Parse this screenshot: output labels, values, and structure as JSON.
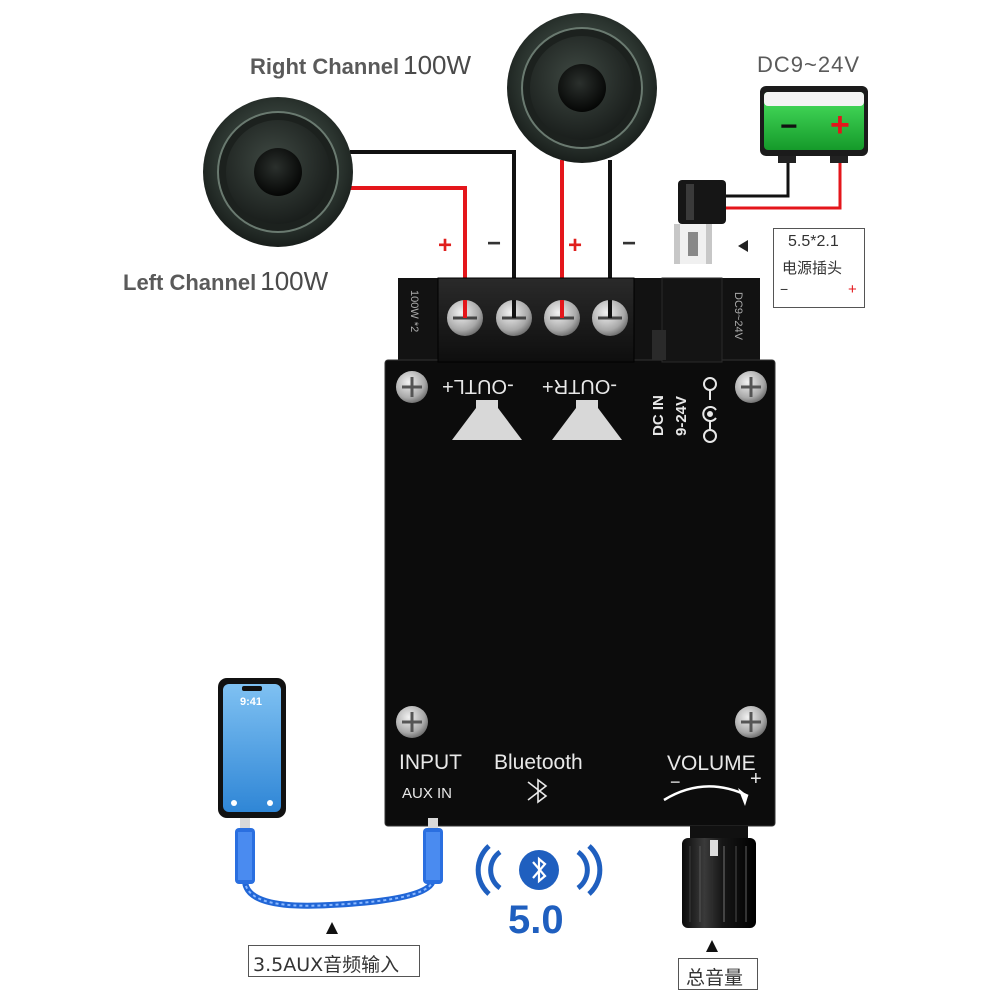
{
  "labels": {
    "right_channel": "Right Channel",
    "right_power": "100W",
    "left_channel": "Left Channel",
    "left_power": "100W",
    "dc_supply": "DC9~24V",
    "battery_minus": "−",
    "battery_plus": "+",
    "plug_size": "5.5*2.1",
    "plug_name": "电源插头",
    "plug_minus": "−",
    "plug_plus": "+",
    "aux_caption": "3.5AUX音频输入",
    "volume_caption": "总音量",
    "bt_version": "5.0"
  },
  "terminal_polarity": [
    "+",
    "−",
    "+",
    "−"
  ],
  "board": {
    "terminal_side_text": "100W *2",
    "dc_side_text": "DC9~24V",
    "out_left": "-OUTL+",
    "out_right": "-OUTR+",
    "dc_in": "DC IN",
    "dc_range": "9-24V",
    "input": "INPUT",
    "aux_in": "AUX IN",
    "bluetooth": "Bluetooth",
    "volume": "VOLUME",
    "vol_minus": "−",
    "vol_plus": "+"
  },
  "phone": {
    "time": "9:41"
  },
  "colors": {
    "wire_red": "#e4161b",
    "wire_black": "#111111",
    "battery_green": "#1fbf3a",
    "aux_cable_blue": "#2166d6",
    "bt_blue": "#1f5fbf",
    "board_black": "#0c0c0c"
  }
}
